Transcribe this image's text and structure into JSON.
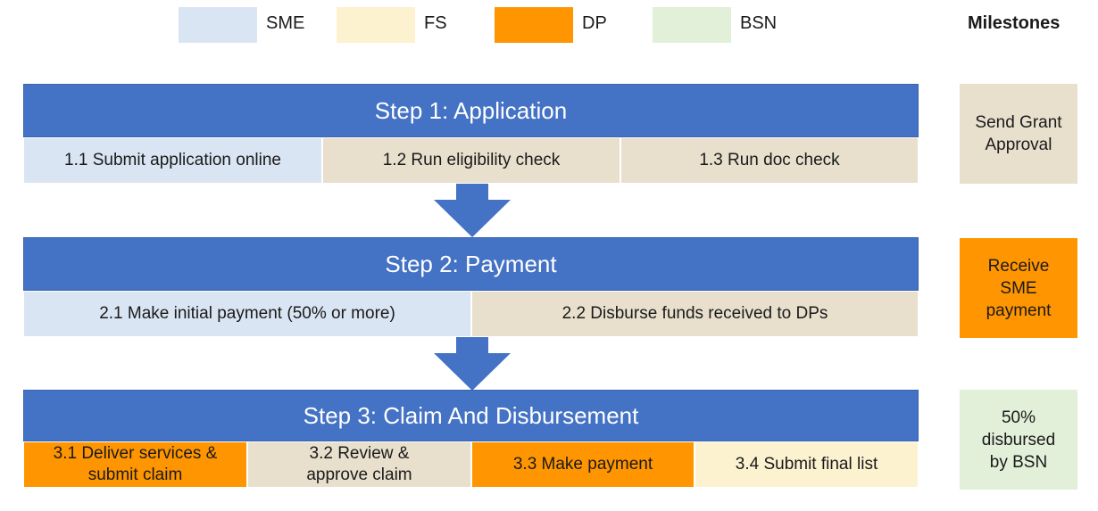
{
  "colors": {
    "sme": "#dae5f3",
    "fs": "#fdf2d0",
    "dp": "#ff9500",
    "bsn": "#e2efd9",
    "step_header": "#4472c4",
    "tan": "#e8e0cd"
  },
  "legend": {
    "items": [
      {
        "label": "SME",
        "color": "#dae5f3"
      },
      {
        "label": "FS",
        "color": "#fdf2d0"
      },
      {
        "label": "DP",
        "color": "#ff9500"
      },
      {
        "label": "BSN",
        "color": "#e2efd9"
      }
    ],
    "milestones_title": "Milestones"
  },
  "steps": [
    {
      "title": "Step 1: Application",
      "tasks": [
        {
          "label": "1.1 Submit application online",
          "color": "#dae5f3"
        },
        {
          "label": "1.2 Run eligibility check",
          "color": "#e8e0cd"
        },
        {
          "label": "1.3 Run doc check",
          "color": "#e8e0cd"
        }
      ],
      "milestone": {
        "label": "Send Grant\nApproval",
        "color": "#e8e0cd"
      }
    },
    {
      "title": "Step 2: Payment",
      "tasks": [
        {
          "label": "2.1 Make initial payment (50% or more)",
          "color": "#dae5f3"
        },
        {
          "label": "2.2 Disburse funds received to DPs",
          "color": "#e8e0cd"
        }
      ],
      "milestone": {
        "label": "Receive\nSME\npayment",
        "color": "#ff9500"
      }
    },
    {
      "title": "Step 3: Claim And Disbursement",
      "tasks": [
        {
          "label": "3.1 Deliver services &\nsubmit claim",
          "color": "#ff9500"
        },
        {
          "label": "3.2 Review &\napprove claim",
          "color": "#e8e0cd"
        },
        {
          "label": "3.3 Make payment",
          "color": "#ff9500"
        },
        {
          "label": "3.4 Submit final list",
          "color": "#fdf2d0"
        }
      ],
      "milestone": {
        "label": "50%\ndisbursed\nby BSN",
        "color": "#e2efd9"
      }
    }
  ]
}
